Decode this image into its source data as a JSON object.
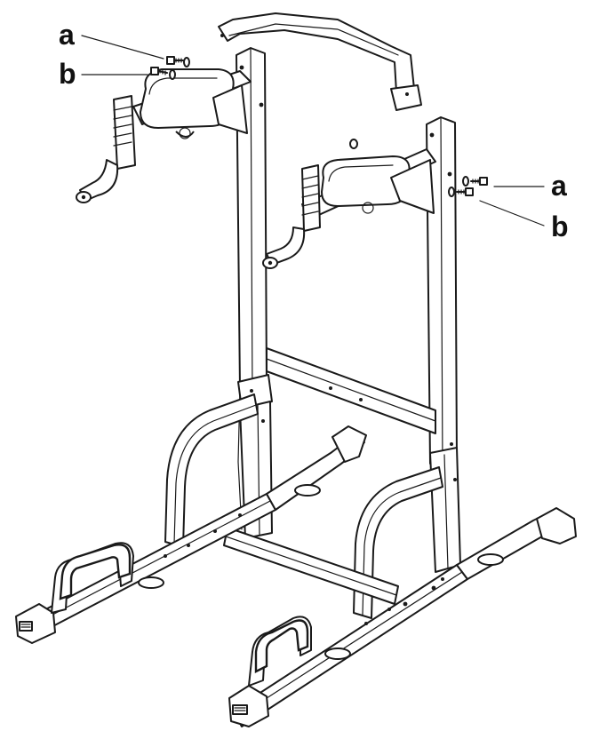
{
  "callouts": {
    "left_a": "a",
    "left_b": "b",
    "right_a": "a",
    "right_b": "b"
  },
  "parts": {
    "a": "bolt-icon",
    "b": "washer-icon"
  },
  "colors": {
    "line": "#1a1a1a",
    "background": "#ffffff"
  }
}
